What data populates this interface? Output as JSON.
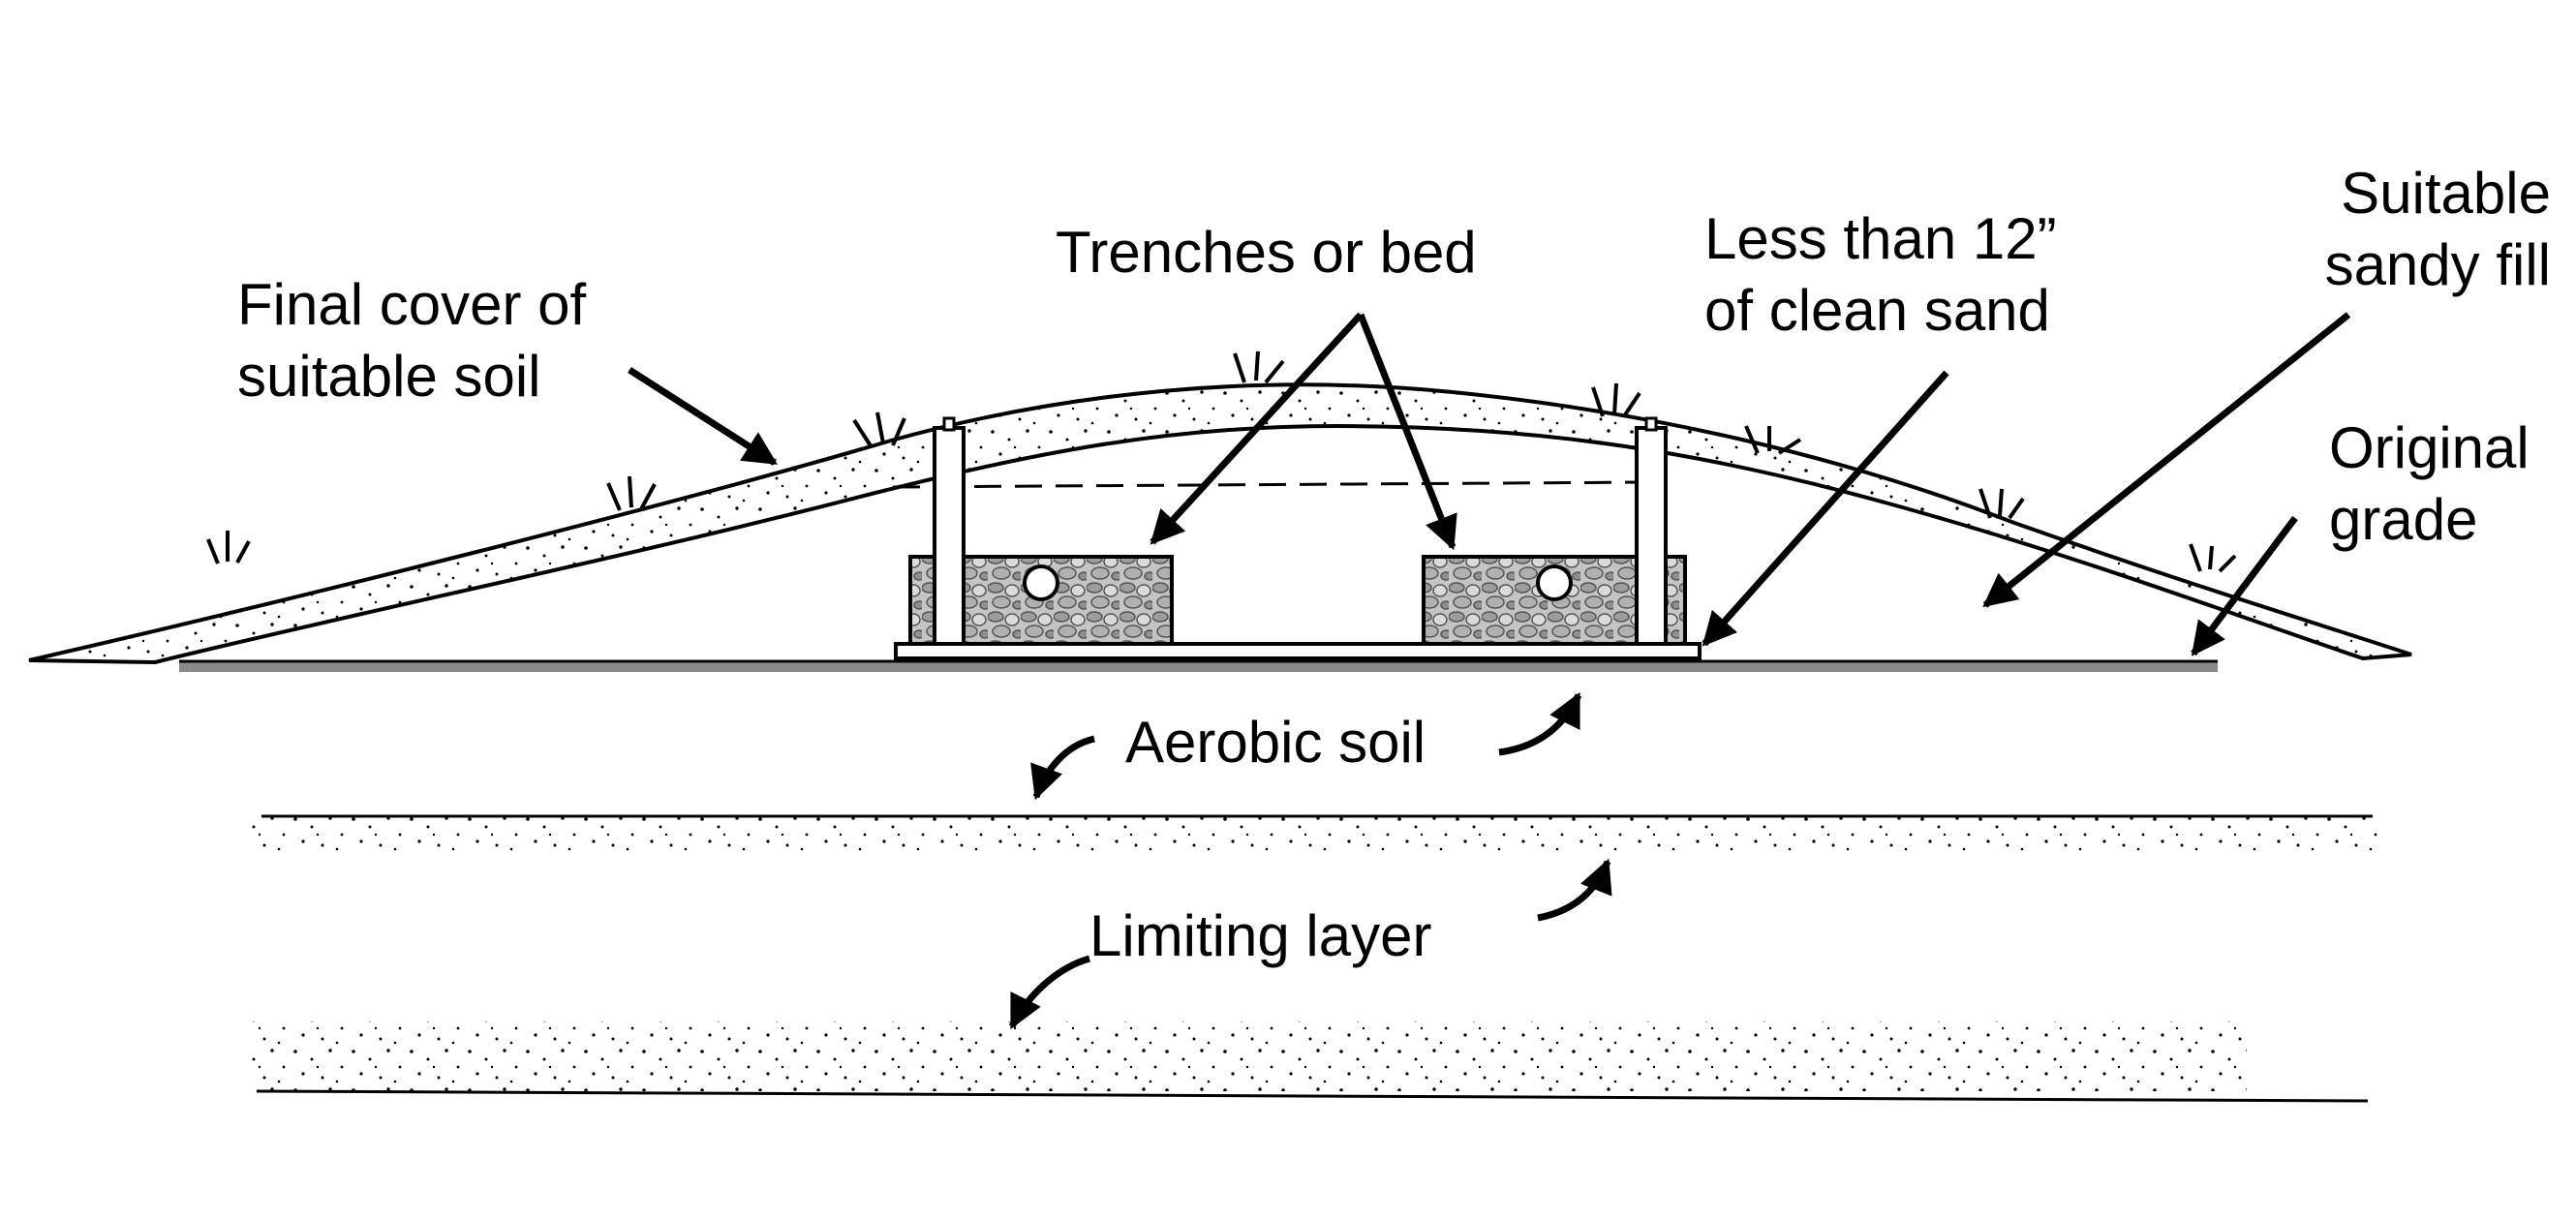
{
  "labels": {
    "final_cover": [
      "Final cover of",
      "suitable soil"
    ],
    "trenches": "Trenches or bed",
    "less_than": [
      "Less than 12”",
      "of clean sand"
    ],
    "suitable_fill": [
      "Suitable",
      "sandy fill"
    ],
    "original_grade": [
      "Original",
      "grade"
    ],
    "aerobic_soil": "Aerobic soil",
    "limiting_layer": "Limiting layer"
  },
  "colors": {
    "ink": "#000000",
    "gravel": "#b8b8b8",
    "ground": "#8a8a8a",
    "paper": "#ffffff"
  },
  "icons": [
    "grass-tuft-icon",
    "pipe-icon",
    "arrow-icon"
  ]
}
